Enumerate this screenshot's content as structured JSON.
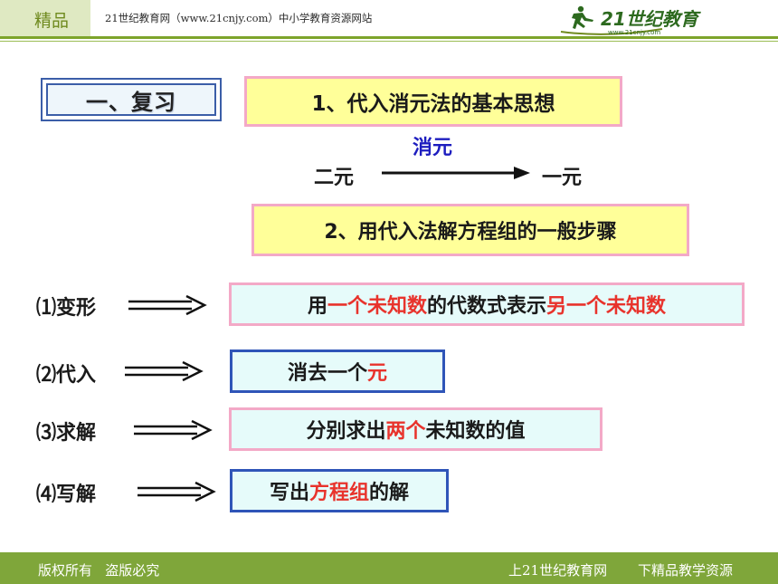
{
  "header": {
    "tag": "精品",
    "site": "21世纪教育网（www.21cnjy.com）中小学教育资源网站",
    "logo_text": "21世纪教育",
    "logo_url_text": "www.21cnjy.com"
  },
  "review": {
    "label": "一、复习"
  },
  "title1": "1、代入消元法的基本思想",
  "diagram": {
    "from": "二元",
    "arrow_label": "消元",
    "to": "一元"
  },
  "title2": "2、用代入法解方程组的一般步骤",
  "steps": [
    {
      "label": "⑴变形",
      "parts": [
        "用",
        "一个未知数",
        "的代数式表示",
        "另一个未知数"
      ]
    },
    {
      "label": "⑵代入",
      "parts": [
        "消去一个",
        "元"
      ]
    },
    {
      "label": "⑶求解",
      "parts": [
        "分别求出",
        "两个",
        "未知数的值"
      ]
    },
    {
      "label": "⑷写解",
      "parts": [
        "写出",
        "方程组",
        "的解"
      ]
    }
  ],
  "footer": {
    "left": "版权所有   盗版必究",
    "right1": "上21世纪教育网",
    "right2": "下精品教学资源"
  },
  "colors": {
    "accent_green": "#7fa63a",
    "highlight_red": "#e8332c",
    "box_yellow": "#ffff99",
    "box_cyan": "#e6fbfa",
    "border_pink": "#f3a9c7",
    "border_blue": "#2f55b8",
    "label_blue": "#1d1dbf"
  }
}
